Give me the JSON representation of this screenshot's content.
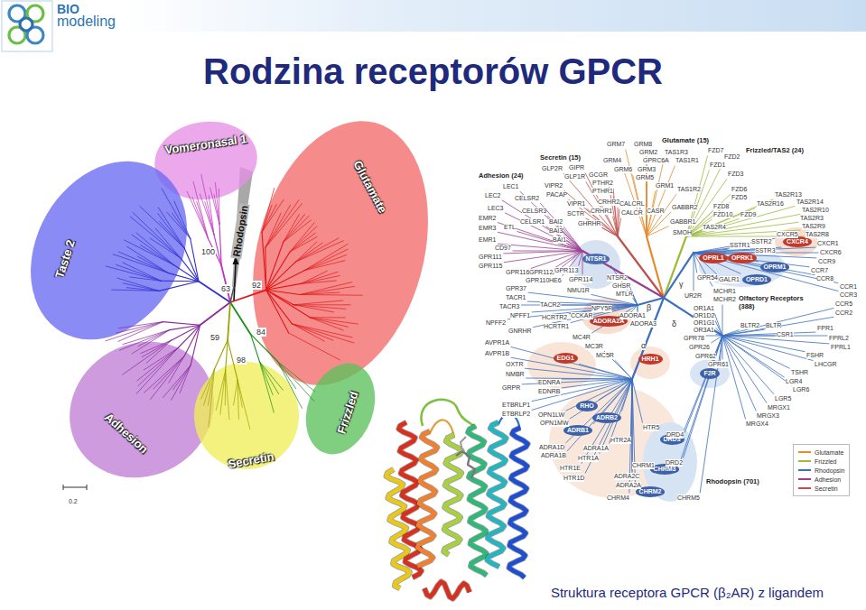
{
  "diagram": {
    "title": "Rodzina receptorów GPCR",
    "caption": "Struktura receptora GPCR (β₂AR) z ligandem",
    "nodes": [
      {
        "text": [
          "Vomeronasal 1"
        ]
      },
      {
        "text": [
          "Glutamate"
        ]
      },
      {
        "text": [
          "Taste 2"
        ]
      },
      {
        "text": [
          "Adhesion"
        ]
      },
      {
        "text": [
          "Secretin"
        ]
      },
      {
        "text": [
          "Frizzled"
        ]
      },
      {
        "text": [
          "NTSR1"
        ]
      },
      {
        "text": [
          "ADORA2A"
        ]
      },
      {
        "text": [
          "CXCR4"
        ]
      },
      {
        "text": [
          "OPRL1"
        ]
      },
      {
        "text": [
          "OPRK1"
        ]
      },
      {
        "text": [
          "OPRM1"
        ]
      },
      {
        "text": [
          "OPRD1"
        ]
      },
      {
        "text": [
          "EDG1"
        ]
      },
      {
        "text": [
          "HRH1"
        ]
      },
      {
        "text": [
          "F2R"
        ]
      },
      {
        "text": [
          "RHO"
        ]
      },
      {
        "text": [
          "ADRB2"
        ]
      },
      {
        "text": [
          "ADRB1"
        ]
      },
      {
        "text": [
          "DRD3"
        ]
      },
      {
        "text": [
          "CHRM3"
        ]
      },
      {
        "text": [
          "CHRM2"
        ]
      }
    ],
    "labels": [
      "BIO",
      "modeling",
      "Rhodopsin",
      "100",
      "92",
      "63",
      "59",
      "84",
      "98",
      "0.2",
      "Glutamate (15)",
      "Frizzled/TAS2 (24)",
      "Secretin (15)",
      "Adhesion (24)",
      "Olfactory Receptors (388)",
      "Rhodopsin (701)",
      "α",
      "β",
      "γ",
      "δ",
      "GRM7",
      "GRM8",
      "GRM2",
      "GRM4",
      "GRM6",
      "GPRC6A",
      "TAS1R3",
      "TAS1R1",
      "GRM3",
      "GRM5",
      "GRM1",
      "TAS1R2",
      "CASR",
      "GABBR2",
      "GABBR1",
      "FZD7",
      "FZD2",
      "FZD1",
      "FZD3",
      "FZD6",
      "FZD5",
      "FZD8",
      "FZD10",
      "FZD9",
      "SMOH",
      "TAS2R4",
      "TAS2R13",
      "TAS2R14",
      "TAS2R10",
      "TAS2R3",
      "TAS2R9",
      "TAS2R8",
      "TAS2R16",
      "GLP2R",
      "GIPR",
      "GLP1R",
      "GCGR",
      "PTHR2",
      "PTHR1",
      "VIPR2",
      "PACAP",
      "VIPR1",
      "SCTR",
      "GHRHR",
      "CRHR2",
      "CRHR1",
      "CALCRL",
      "CALCR",
      "LEC2",
      "LEC1",
      "CELSR2",
      "LEC3",
      "EMR2",
      "EMR3",
      "ETL",
      "EMR1",
      "CD97",
      "GPR111",
      "GPR115",
      "CELSR3",
      "CELSR1",
      "BAI2",
      "BAI3",
      "BAI1",
      "GPR116",
      "GPR112",
      "GPR113",
      "GPR110",
      "GPR114",
      "HE6",
      "GPR54",
      "GALR1",
      "MCHR1",
      "MCHR2",
      "UR2R",
      "SSTR1",
      "SSTR2",
      "SSTR3",
      "CXCR5",
      "CXCR1",
      "CXCR6",
      "CCR9",
      "CCR7",
      "CCR8",
      "CCR1",
      "CCR3",
      "CCR5",
      "CCR2",
      "FPR1",
      "FPRL2",
      "FPRL1",
      "FSHR",
      "LHCGR",
      "TSHR",
      "LGR4",
      "LGR6",
      "LGR5",
      "MRGX1",
      "MRGX3",
      "MRGX4",
      "BLTR2",
      "BLTR",
      "CSR1",
      "OR1A1",
      "OR1D2",
      "OR1G1",
      "OR3A1",
      "GPR78",
      "GPR26",
      "GPR62",
      "GPR61",
      "NTSR2",
      "GHSR",
      "MTLR",
      "NMU1R",
      "GPR37",
      "TACR1",
      "TACR3",
      "TACR2",
      "NPFF1",
      "NPFF2",
      "GNRHR",
      "HCRTR2",
      "CCKAR",
      "NPY5R",
      "HCRTR1",
      "ADORA1",
      "ADORA3",
      "AVPR1A",
      "AVPR1B",
      "OXTR",
      "NMBR",
      "GRPR",
      "ETBRLP1",
      "ETBRLP2",
      "EDNRA",
      "EDNRB",
      "MC4R",
      "MC3R",
      "MC5R",
      "OPN1LW",
      "OPN1MW",
      "ADRA1D",
      "ADRA1B",
      "ADRA1A",
      "HTR1A",
      "HTR1E",
      "HTR1D",
      "HTR2A",
      "ADRA2C",
      "ADRA2A",
      "CHRM4",
      "HTR5",
      "DRD4",
      "DRD2",
      "CHRM1",
      "CHRM5"
    ],
    "legend": [
      {
        "text": "Glutamate",
        "color": "#e8892b"
      },
      {
        "text": "Frizzled",
        "color": "#9dbb3c"
      },
      {
        "text": "Rhodopsin",
        "color": "#3b6fc0"
      },
      {
        "text": "Adhesion",
        "color": "#9b3f8f"
      },
      {
        "text": "Secretin",
        "color": "#c0504d"
      }
    ]
  }
}
